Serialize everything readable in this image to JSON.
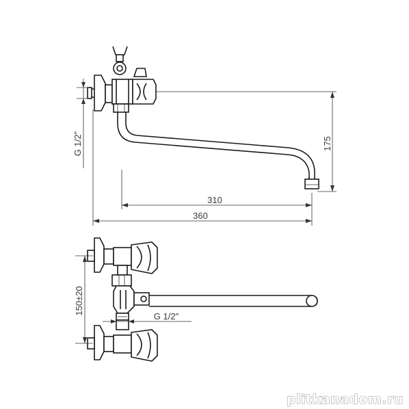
{
  "drawing": {
    "top_view": {
      "dim_thread": "G 1/2\"",
      "dim_spout_reach": "310",
      "dim_total_length": "360",
      "dim_height": "175"
    },
    "bottom_view": {
      "dim_centers": "150±20",
      "dim_thread": "G 1/2\""
    }
  },
  "watermark": {
    "text": "plitkanadom.ru"
  }
}
